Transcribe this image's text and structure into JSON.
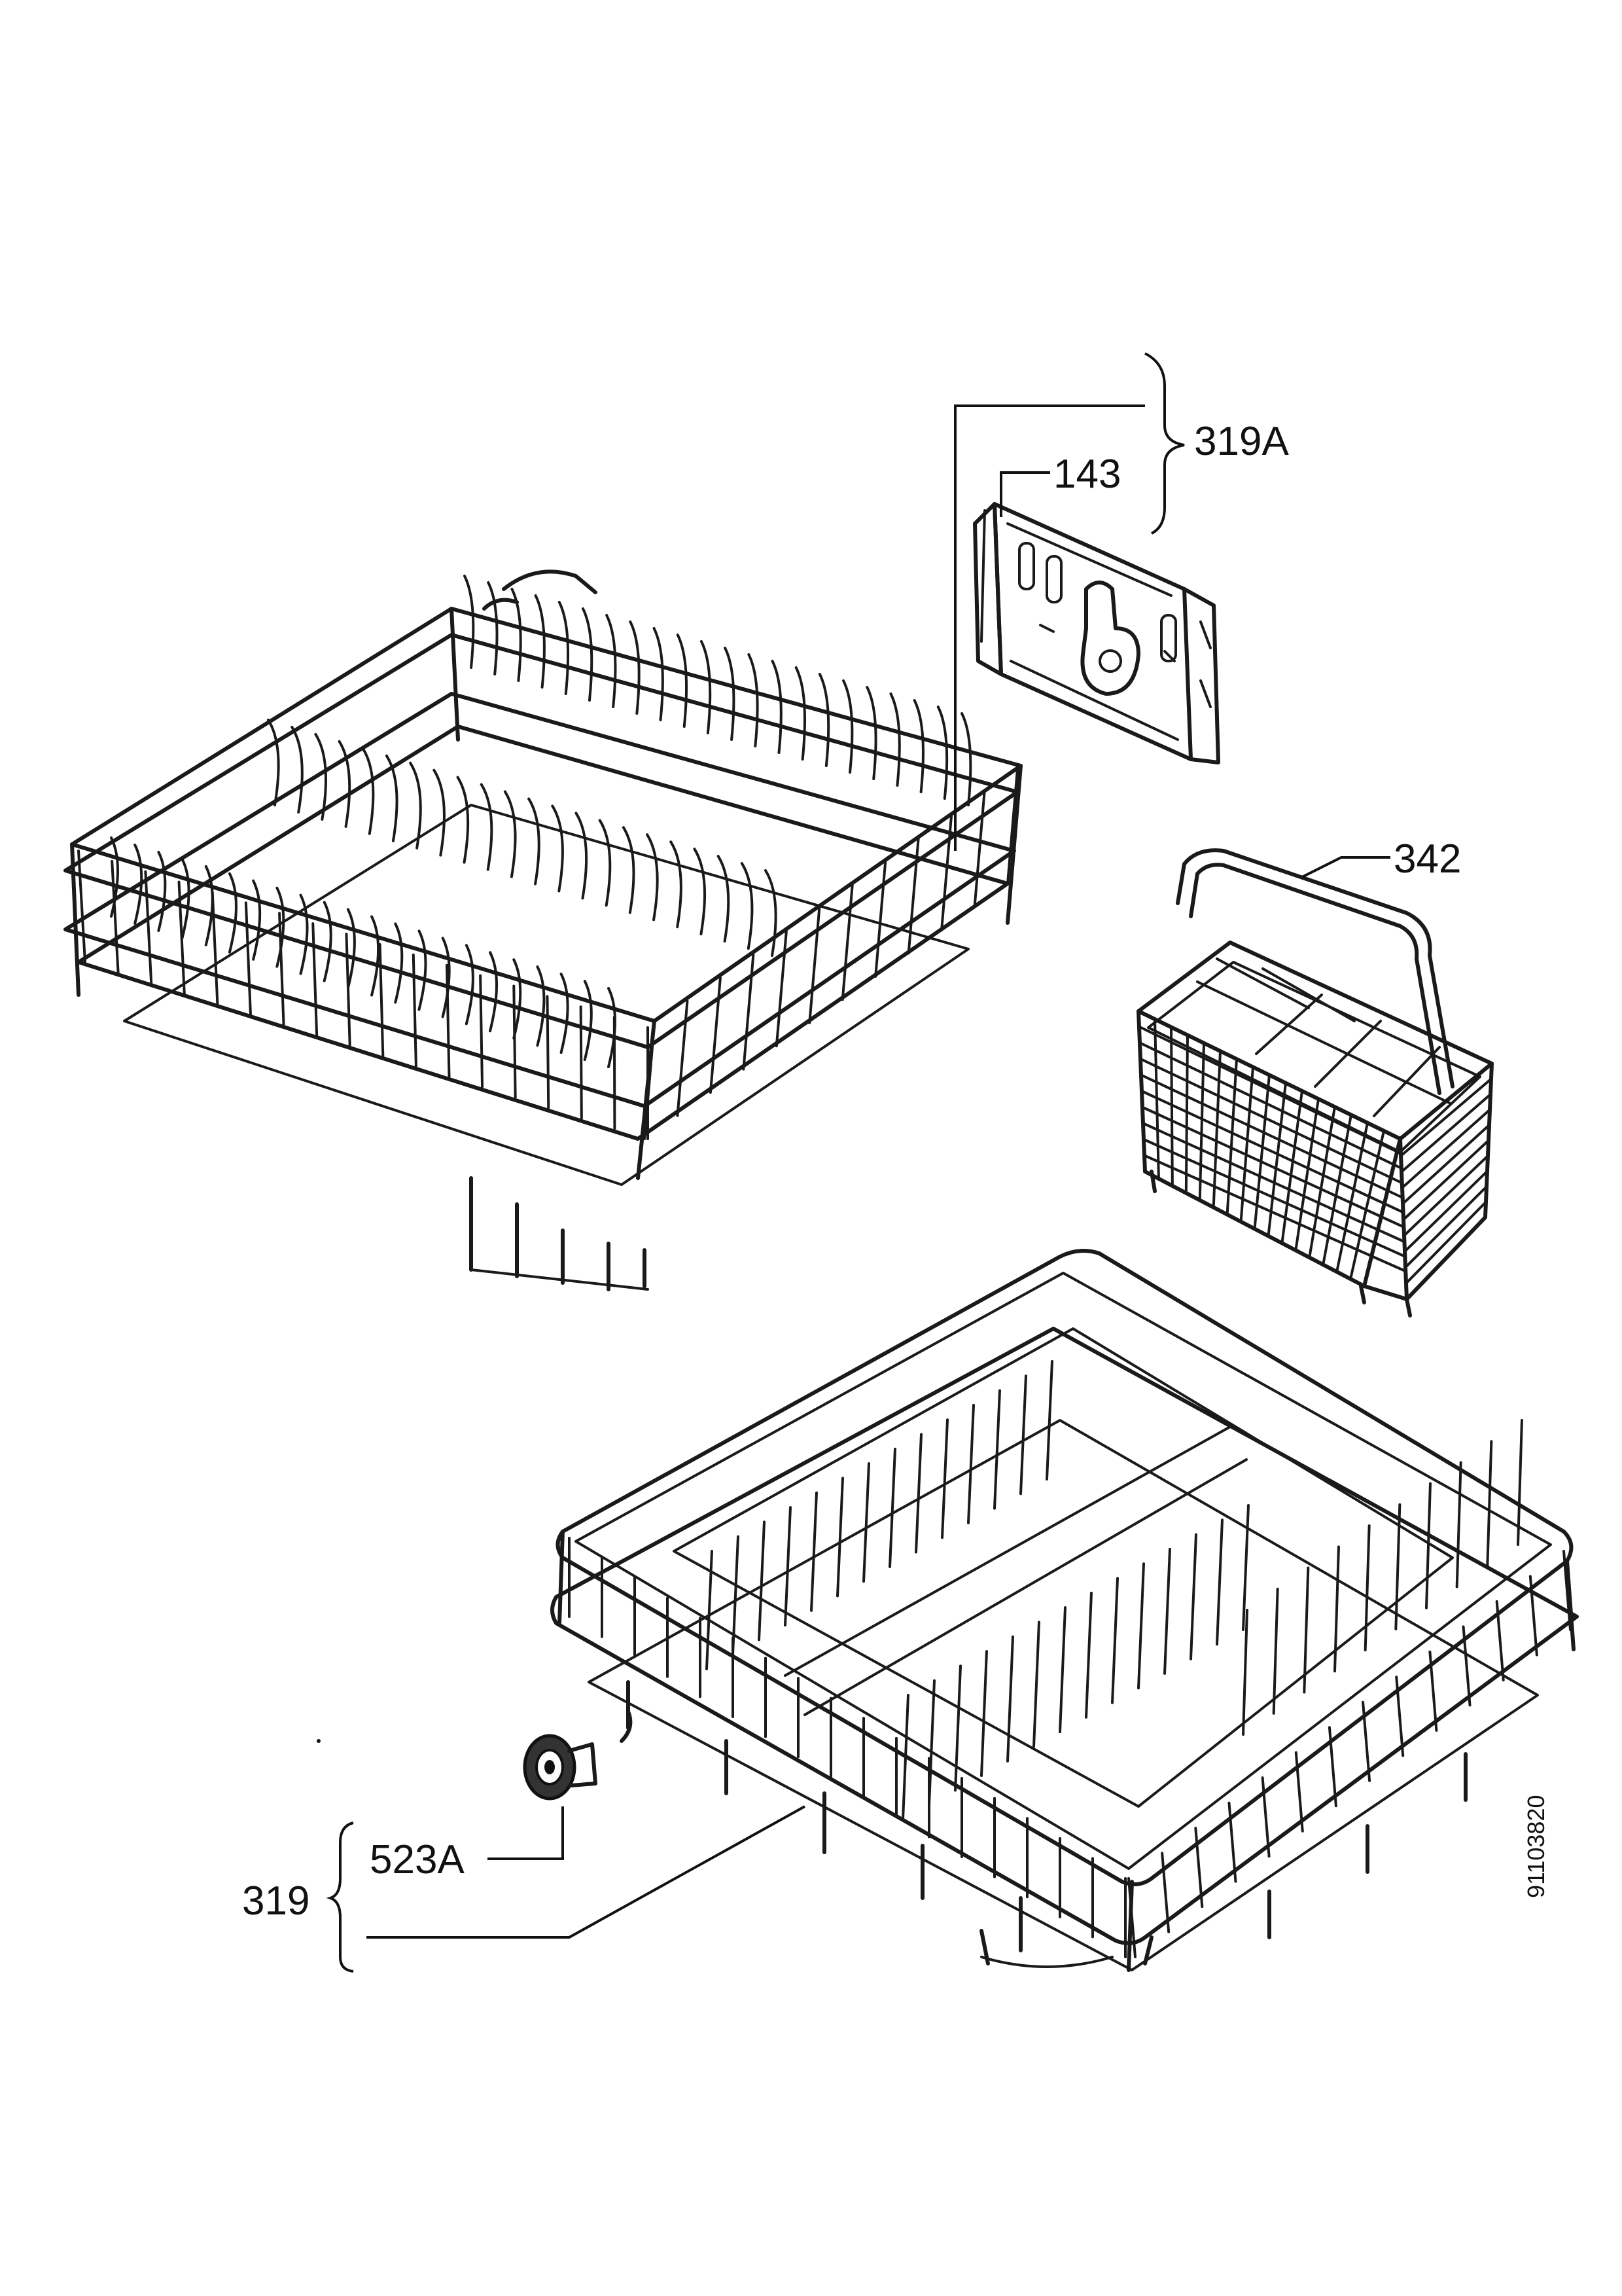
{
  "diagram": {
    "drawing_number": "91103820",
    "colors": {
      "ink": "#111111",
      "background": "#ffffff"
    },
    "callouts": [
      {
        "id": "p319a",
        "text": "319A"
      },
      {
        "id": "p143",
        "text": "143"
      },
      {
        "id": "p342",
        "text": "342"
      },
      {
        "id": "p523a",
        "text": "523A"
      },
      {
        "id": "p319",
        "text": "319"
      }
    ],
    "parts": [
      {
        "id": "upper-rack",
        "callout": "319A"
      },
      {
        "id": "adjuster-bracket",
        "callout": "143"
      },
      {
        "id": "cutlery-basket",
        "callout": "342"
      },
      {
        "id": "rack-wheel",
        "callout": "523A"
      },
      {
        "id": "lower-rack",
        "callout": "319"
      }
    ]
  }
}
